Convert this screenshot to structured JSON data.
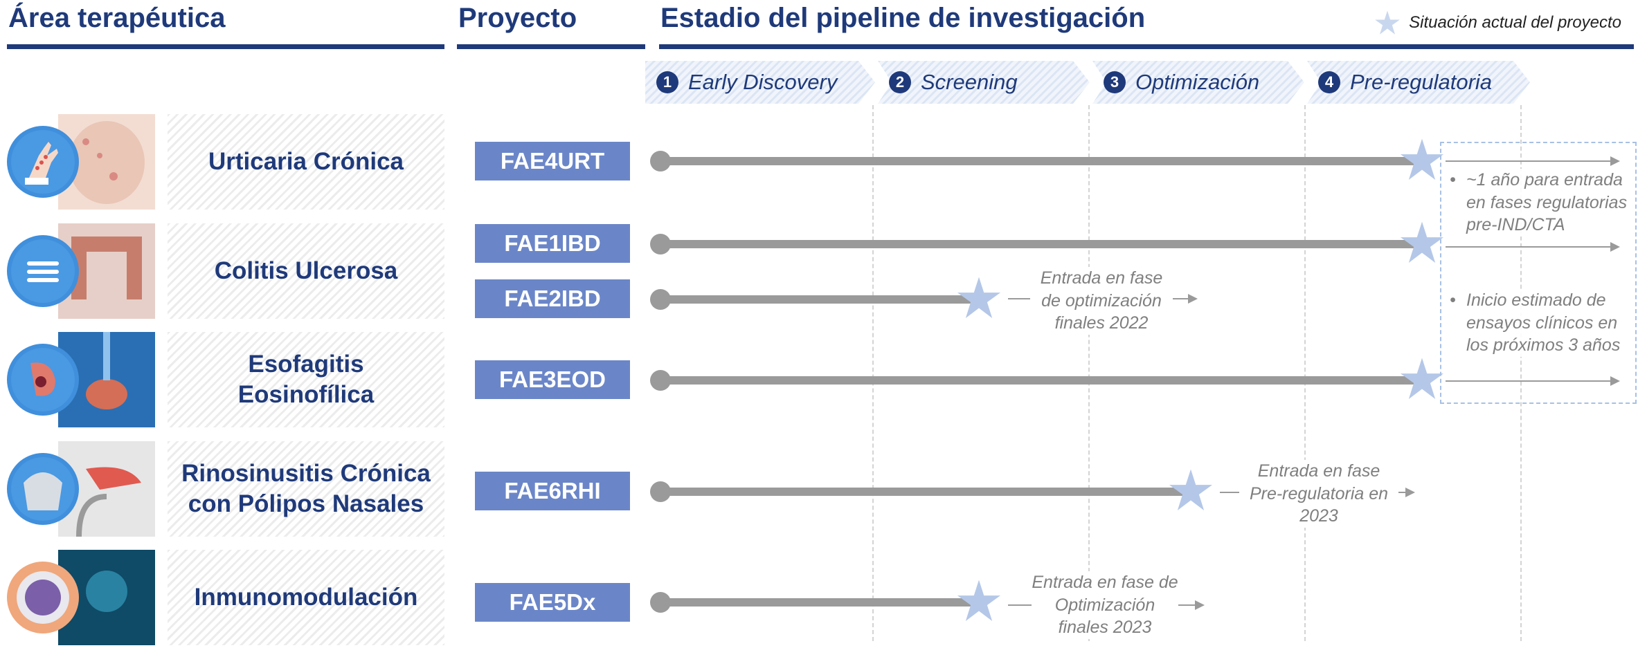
{
  "headers": {
    "area": "Área terapéutica",
    "project": "Proyecto",
    "pipeline": "Estadio del pipeline de investigación"
  },
  "legend": {
    "label": "Situación actual del proyecto",
    "icon": "star-icon"
  },
  "stages": [
    {
      "num": "1",
      "label": "Early Discovery"
    },
    {
      "num": "2",
      "label": "Screening"
    },
    {
      "num": "3",
      "label": "Optimización"
    },
    {
      "num": "4",
      "label": "Pre-regulatoria"
    }
  ],
  "rows": [
    {
      "area": "Urticaria Crónica",
      "icon": "urticaria-icon",
      "projects": [
        "FAE4URT"
      ]
    },
    {
      "area": "Colitis Ulcerosa",
      "icon": "colon-icon",
      "projects": [
        "FAE1IBD",
        "FAE2IBD"
      ]
    },
    {
      "area": "Esofagitis Eosinofílica",
      "icon": "stomach-icon",
      "projects": [
        "FAE3EOD"
      ]
    },
    {
      "area": "Rinosinusitis Crónica con Pólipos Nasales",
      "icon": "nose-icon",
      "projects": [
        "FAE6RHI"
      ]
    },
    {
      "area": "Inmunomodulación",
      "icon": "immune-cell-icon",
      "projects": [
        "FAE5Dx"
      ]
    }
  ],
  "notes": {
    "fae2ibd": "Entrada en fase de optimización finales 2022",
    "fae6rhi": "Entrada en fase Pre-regulatoria en 2023",
    "fae5dx": "Entrada en fase de Optimización finales 2023"
  },
  "box_bullets": [
    "~1 año para entrada en fases regulatorias pre-IND/CTA",
    "Inicio estimado de ensayos clínicos en los próximos 3 años"
  ],
  "colors": {
    "navy": "#1f3a7a",
    "project_box": "#6b86c8",
    "bar": "#9a9a9a",
    "star": "#b4c7e8"
  }
}
